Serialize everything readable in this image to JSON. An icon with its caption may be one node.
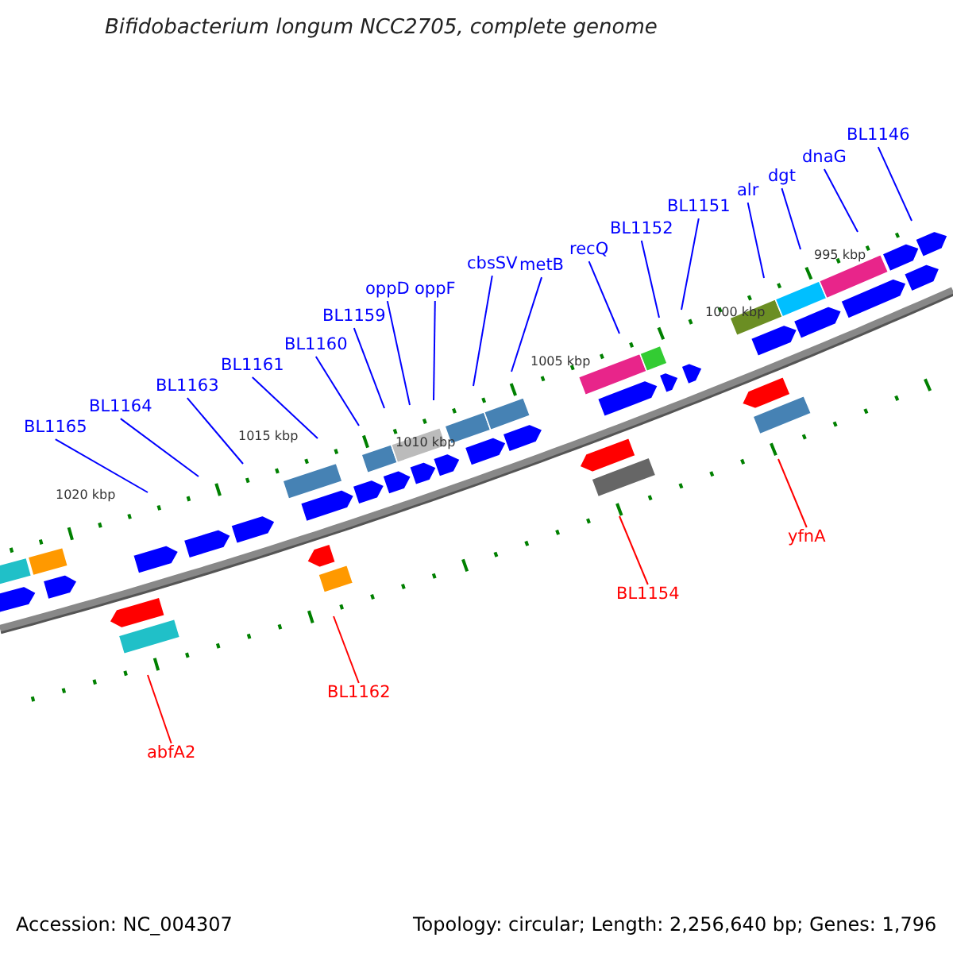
{
  "diagram": {
    "title": "Bifidobacterium longum NCC2705, complete genome",
    "nodes": [
      {
        "text": [
          "BL1165"
        ]
      },
      {
        "text": [
          "BL1164"
        ]
      },
      {
        "text": [
          "BL1163"
        ]
      },
      {
        "text": [
          "BL1161"
        ]
      },
      {
        "text": [
          "BL1160"
        ]
      },
      {
        "text": [
          "BL1159"
        ]
      },
      {
        "text": [
          "oppD"
        ]
      },
      {
        "text": [
          "oppF"
        ]
      },
      {
        "text": [
          "cbsSV"
        ]
      },
      {
        "text": [
          "metB"
        ]
      },
      {
        "text": [
          "recQ"
        ]
      },
      {
        "text": [
          "BL1152"
        ]
      },
      {
        "text": [
          "BL1151"
        ]
      },
      {
        "text": [
          "alr"
        ]
      },
      {
        "text": [
          "dgt"
        ]
      },
      {
        "text": [
          "dnaG"
        ]
      },
      {
        "text": [
          "BL1146"
        ]
      },
      {
        "text": [
          "yfnA"
        ]
      },
      {
        "text": [
          "BL1154"
        ]
      },
      {
        "text": [
          "BL1162"
        ]
      },
      {
        "text": [
          "abfA2"
        ]
      }
    ],
    "edges": [
      {
        "from": 0,
        "to": null,
        "arrow": "none"
      },
      {
        "from": 1,
        "to": null,
        "arrow": "none"
      },
      {
        "from": 2,
        "to": null,
        "arrow": "none"
      },
      {
        "from": 3,
        "to": null,
        "arrow": "none"
      },
      {
        "from": 4,
        "to": null,
        "arrow": "none"
      },
      {
        "from": 5,
        "to": null,
        "arrow": "none"
      },
      {
        "from": 6,
        "to": null,
        "arrow": "none"
      },
      {
        "from": 7,
        "to": null,
        "arrow": "none"
      },
      {
        "from": 8,
        "to": null,
        "arrow": "none"
      },
      {
        "from": 9,
        "to": null,
        "arrow": "none"
      },
      {
        "from": 10,
        "to": null,
        "arrow": "none"
      },
      {
        "from": 11,
        "to": null,
        "arrow": "none"
      },
      {
        "from": 12,
        "to": null,
        "arrow": "none"
      },
      {
        "from": 13,
        "to": null,
        "arrow": "none"
      },
      {
        "from": 14,
        "to": null,
        "arrow": "none"
      },
      {
        "from": 15,
        "to": null,
        "arrow": "none"
      },
      {
        "from": 16,
        "to": null,
        "arrow": "none"
      },
      {
        "from": 17,
        "to": null,
        "arrow": "none",
        "color": "#ff0000"
      },
      {
        "from": 18,
        "to": null,
        "arrow": "none",
        "color": "#ff0000"
      },
      {
        "from": 19,
        "to": null,
        "arrow": "none",
        "color": "#ff0000"
      },
      {
        "from": 20,
        "to": null,
        "arrow": "none",
        "color": "#ff0000"
      }
    ],
    "labels": [
      "995 kbp",
      "1000 kbp",
      "1005 kbp",
      "1010 kbp",
      "1015 kbp",
      "1020 kbp",
      "Accession: NC_004307",
      "Topology: circular; Length: 2,256,640 bp; Genes: 1,796"
    ]
  }
}
